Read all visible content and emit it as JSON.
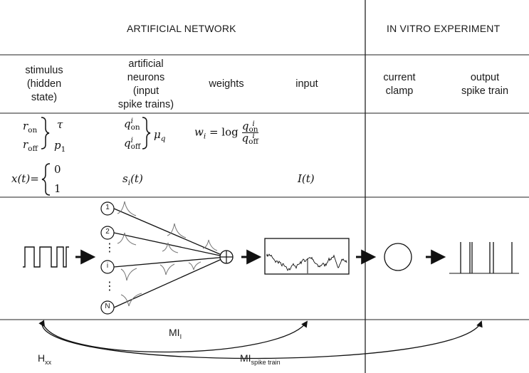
{
  "headers": {
    "artificial_network": "ARTIFICIAL NETWORK",
    "in_vitro": "IN VITRO EXPERIMENT"
  },
  "columns": {
    "stimulus": [
      "stimulus",
      "(hidden",
      "state)"
    ],
    "neurons": [
      "artificial",
      "neurons",
      "(input",
      "spike trains)"
    ],
    "weights": "weights",
    "input": "input",
    "current_clamp": [
      "current",
      "clamp"
    ],
    "output": [
      "output",
      "spike train"
    ]
  },
  "math": {
    "r_on": "r",
    "r_on_sub": "on",
    "r_off": "r",
    "r_off_sub": "off",
    "tau": "τ",
    "p1": "p",
    "p1_sub": "1",
    "q_on": "q",
    "q_on_sub": "on",
    "q_sup": "i",
    "q_off": "q",
    "q_off_sub": "off",
    "mu_q": "μ",
    "mu_q_sub": "q",
    "w_i": "w",
    "w_i_sub": "i",
    "eq_log": " = log ",
    "x_t": "x(t)=",
    "zero": "0",
    "one": "1",
    "s_i_t": "s",
    "s_i_sub": "i",
    "s_i_arg": "(t)",
    "I_t": "I(t)"
  },
  "neuron_nodes": [
    "1",
    "2",
    "i",
    "N"
  ],
  "dots": "⋮",
  "bottom": {
    "MI": "MI",
    "MI_sub": "I",
    "H": "H",
    "H_sub": "xx",
    "MI_spike": "MI",
    "MI_spike_sub": "spike train"
  }
}
